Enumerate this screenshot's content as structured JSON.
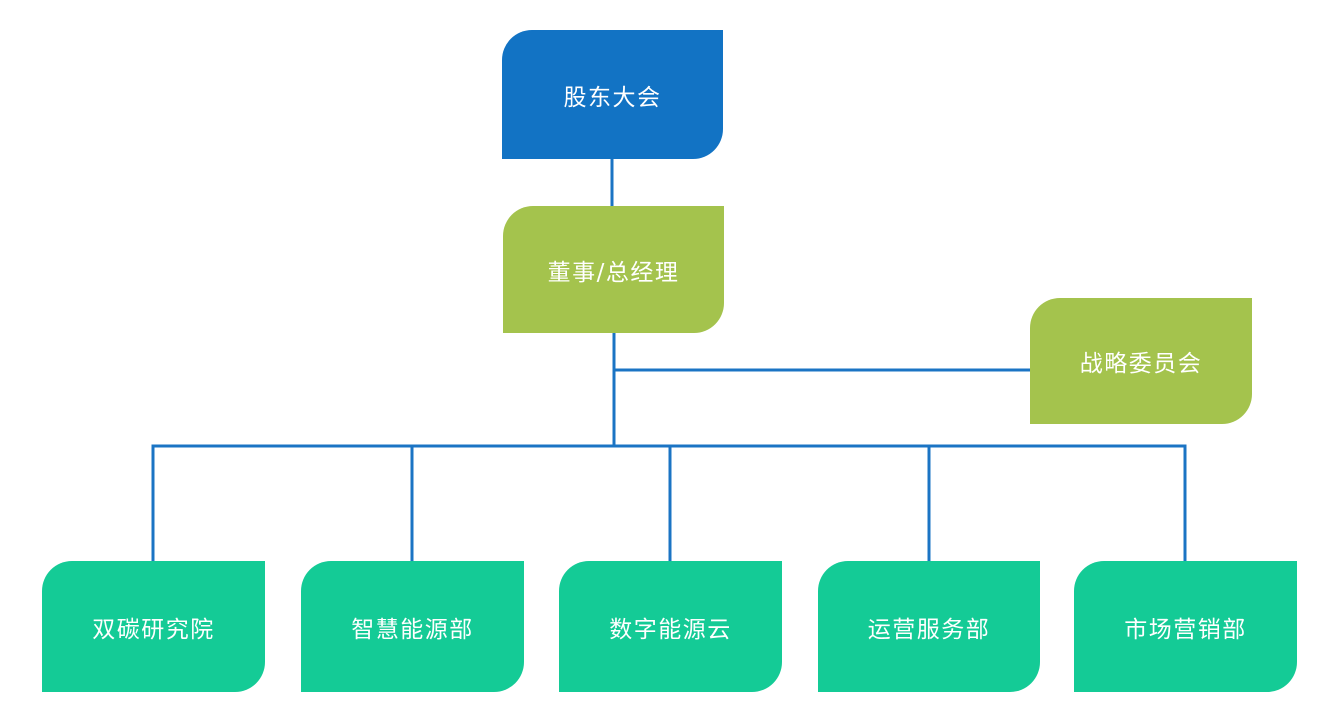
{
  "diagram": {
    "type": "org-chart",
    "background": "#FFFFFF",
    "colors": {
      "root_node": "#1273C4",
      "executive_node": "#A4C34D",
      "department_node": "#14CB96",
      "connector": "#1B74C4",
      "node_text": "#FFFFFF"
    }
  },
  "nodes": [
    {
      "id": "shareholders",
      "label": "股东大会",
      "level": 1,
      "role": "root",
      "color": "#1273C4"
    },
    {
      "id": "gm",
      "label": "董事/总经理",
      "level": 2,
      "role": "executive",
      "color": "#A4C34D"
    },
    {
      "id": "strategy",
      "label": "战略委员会",
      "level": 2,
      "role": "committee",
      "color": "#A4C34D"
    },
    {
      "id": "dept-1",
      "label": "双碳研究院",
      "level": 3,
      "role": "department",
      "color": "#14CB96"
    },
    {
      "id": "dept-2",
      "label": "智慧能源部",
      "level": 3,
      "role": "department",
      "color": "#14CB96"
    },
    {
      "id": "dept-3",
      "label": "数字能源云",
      "level": 3,
      "role": "department",
      "color": "#14CB96"
    },
    {
      "id": "dept-4",
      "label": "运营服务部",
      "level": 3,
      "role": "department",
      "color": "#14CB96"
    },
    {
      "id": "dept-5",
      "label": "市场营销部",
      "level": 3,
      "role": "department",
      "color": "#14CB96"
    }
  ],
  "edges": [
    {
      "from": "股东大会",
      "to": "董事/总经理"
    },
    {
      "from": "董事/总经理",
      "to": "战略委员会"
    },
    {
      "from": "董事/总经理",
      "to": "双碳研究院"
    },
    {
      "from": "董事/总经理",
      "to": "智慧能源部"
    },
    {
      "from": "董事/总经理",
      "to": "数字能源云"
    },
    {
      "from": "董事/总经理",
      "to": "运营服务部"
    },
    {
      "from": "董事/总经理",
      "to": "市场营销部"
    }
  ]
}
